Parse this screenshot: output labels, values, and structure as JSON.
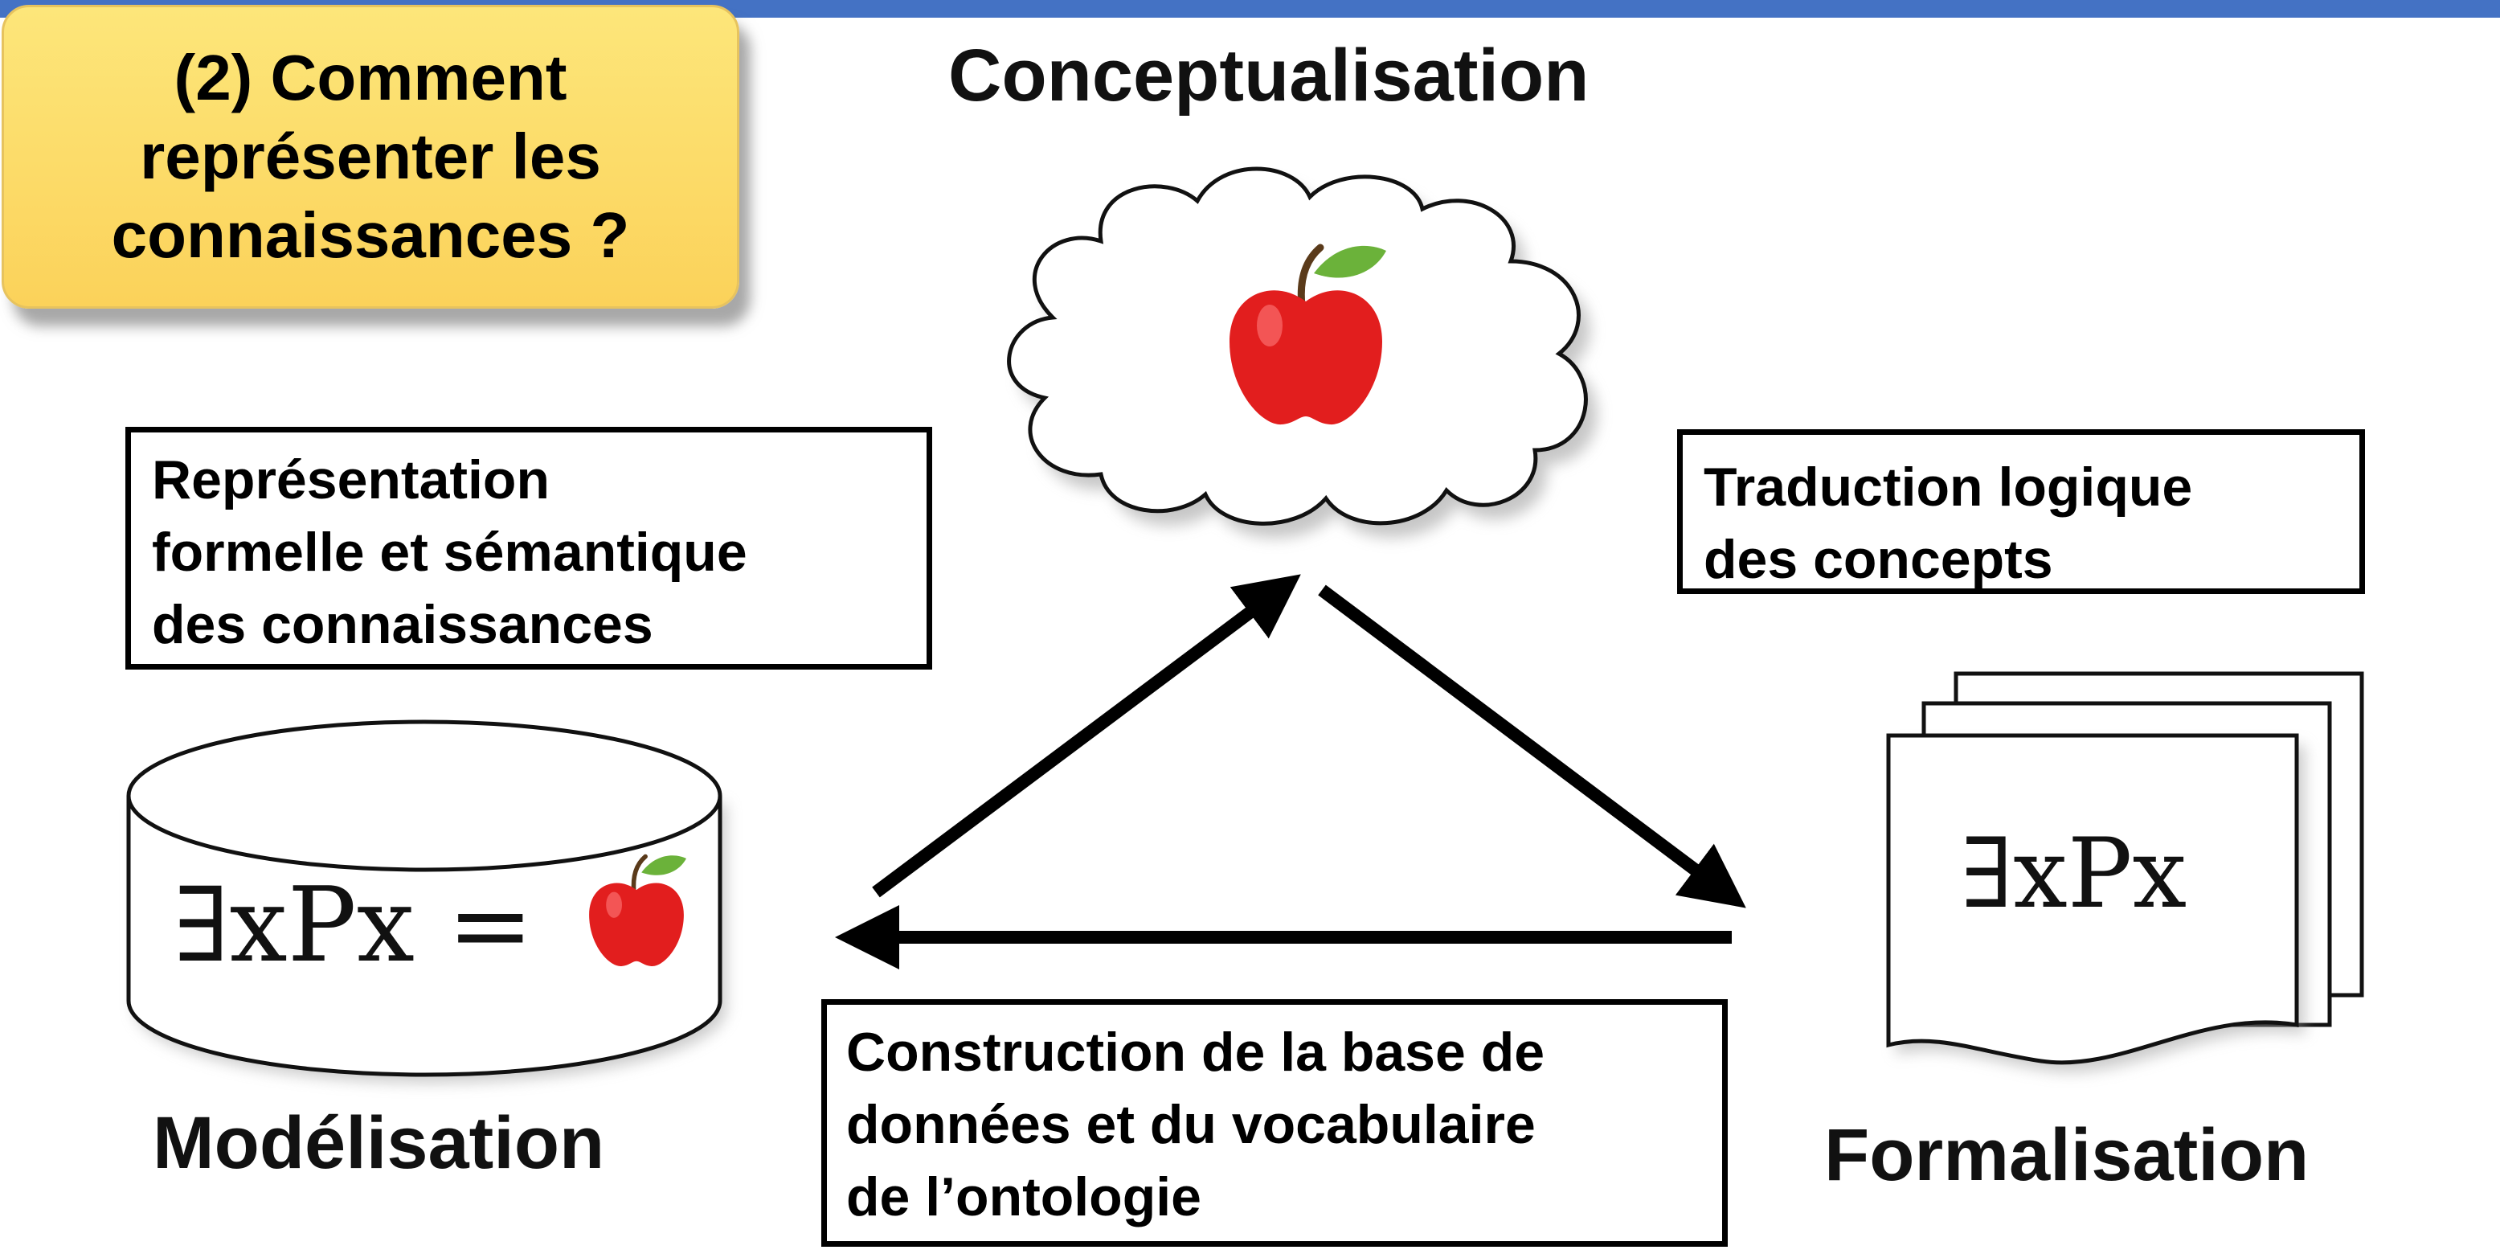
{
  "question": {
    "text": "(2) Comment\nreprésenter les\nconnaissances ?"
  },
  "stages": {
    "conceptualisation": "Conceptualisation",
    "modelisation": "Modélisation",
    "formalisation": "Formalisation"
  },
  "boxes": {
    "representation": "Représentation\nformelle et sémantique\ndes connaissances",
    "traduction": "Traduction  logique\ndes concepts",
    "construction": "Construction de la base de\ndonnées et du vocabulaire\nde l’ontologie"
  },
  "formulas": {
    "database": "∃xPx =",
    "documents": "∃xPx"
  },
  "icons": {
    "cloud": "cloud-icon",
    "apple": "apple-icon",
    "database": "database-icon",
    "documents": "documents-icon"
  },
  "colors": {
    "title_bar": "#4472c4",
    "question_fill": "#fbd25a",
    "apple": "#e21e1e",
    "leaf": "#6bb23a"
  }
}
